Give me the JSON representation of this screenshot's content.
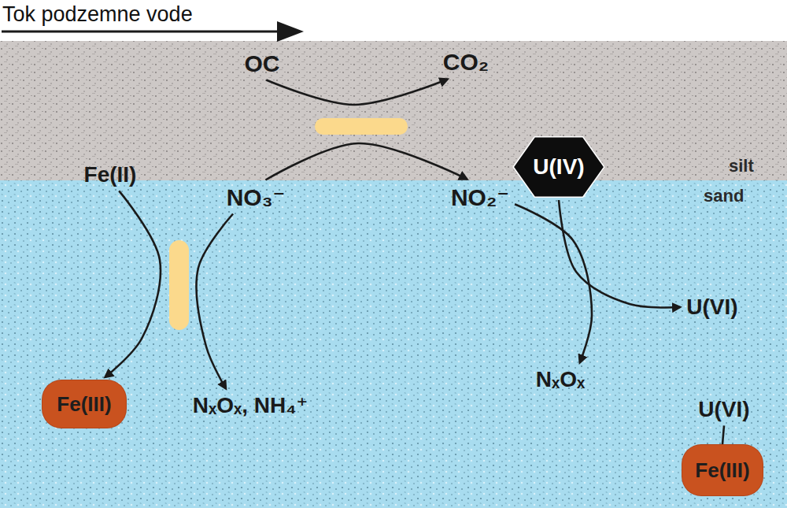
{
  "diagram": {
    "nodes": [
      {
        "text": [
          "OC"
        ]
      },
      {
        "text": [
          "CO₂"
        ]
      },
      {
        "text": [
          "U(IV)"
        ]
      },
      {
        "text": [
          "Fe(II)"
        ]
      },
      {
        "text": [
          "NO₃⁻"
        ]
      },
      {
        "text": [
          "NO₂⁻"
        ]
      },
      {
        "text": [
          "U(VI)"
        ]
      },
      {
        "text": [
          "NₓOₓ"
        ]
      },
      {
        "text": [
          "Fe(III)"
        ]
      },
      {
        "text": [
          "NₓOₓ, NH₄⁺"
        ]
      },
      {
        "text": [
          "U(VI)"
        ]
      },
      {
        "text": [
          "Fe(III)"
        ]
      }
    ],
    "edges": [
      {
        "from": 0,
        "to": 1,
        "arrow": "to"
      },
      {
        "from": 4,
        "to": 5,
        "arrow": "to"
      },
      {
        "from": 3,
        "to": 8,
        "arrow": "to"
      },
      {
        "from": 4,
        "to": 9,
        "arrow": "to"
      },
      {
        "from": 2,
        "to": 6,
        "arrow": "to"
      },
      {
        "from": 5,
        "to": 7,
        "arrow": "to"
      },
      {
        "from": 10,
        "to": 11,
        "arrow": "none"
      }
    ],
    "labels": [
      "Tok podzemne vode",
      "silt",
      "sand"
    ]
  }
}
